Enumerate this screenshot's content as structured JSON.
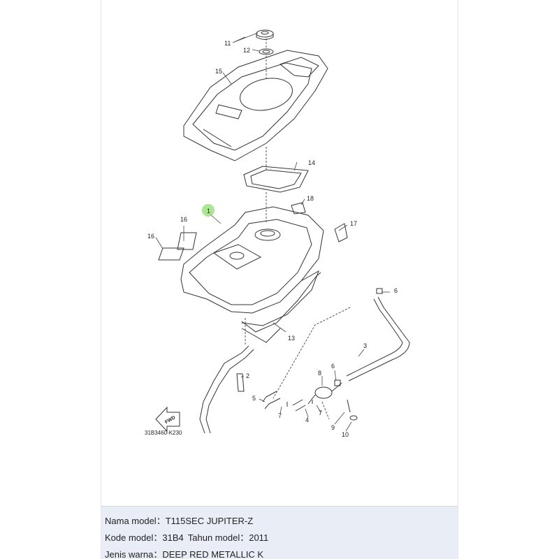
{
  "diagram": {
    "ref_code": "31B3460-K230",
    "fwd_label": "FWD",
    "callouts": {
      "c1": "1",
      "c2": "2",
      "c3": "3",
      "c4": "4",
      "c5": "5",
      "c6a": "6",
      "c6b": "6",
      "c7a": "7",
      "c7b": "7",
      "c8": "8",
      "c9": "9",
      "c10": "10",
      "c11": "11",
      "c12": "12",
      "c13": "13",
      "c14": "14",
      "c15": "15",
      "c16a": "16",
      "c16b": "16",
      "c17": "17",
      "c18": "18"
    },
    "colors": {
      "line": "#333333",
      "highlight": "#7ed957"
    }
  },
  "info": {
    "model_label": "Nama model：",
    "model_value": "T115SEC JUPITER-Z",
    "code_label": "Kode model：",
    "code_value": "31B4",
    "year_label": "Tahun model：",
    "year_value": "2011",
    "color_label": "Jenis warna：",
    "color_value": "DEEP RED METALLIC K"
  }
}
